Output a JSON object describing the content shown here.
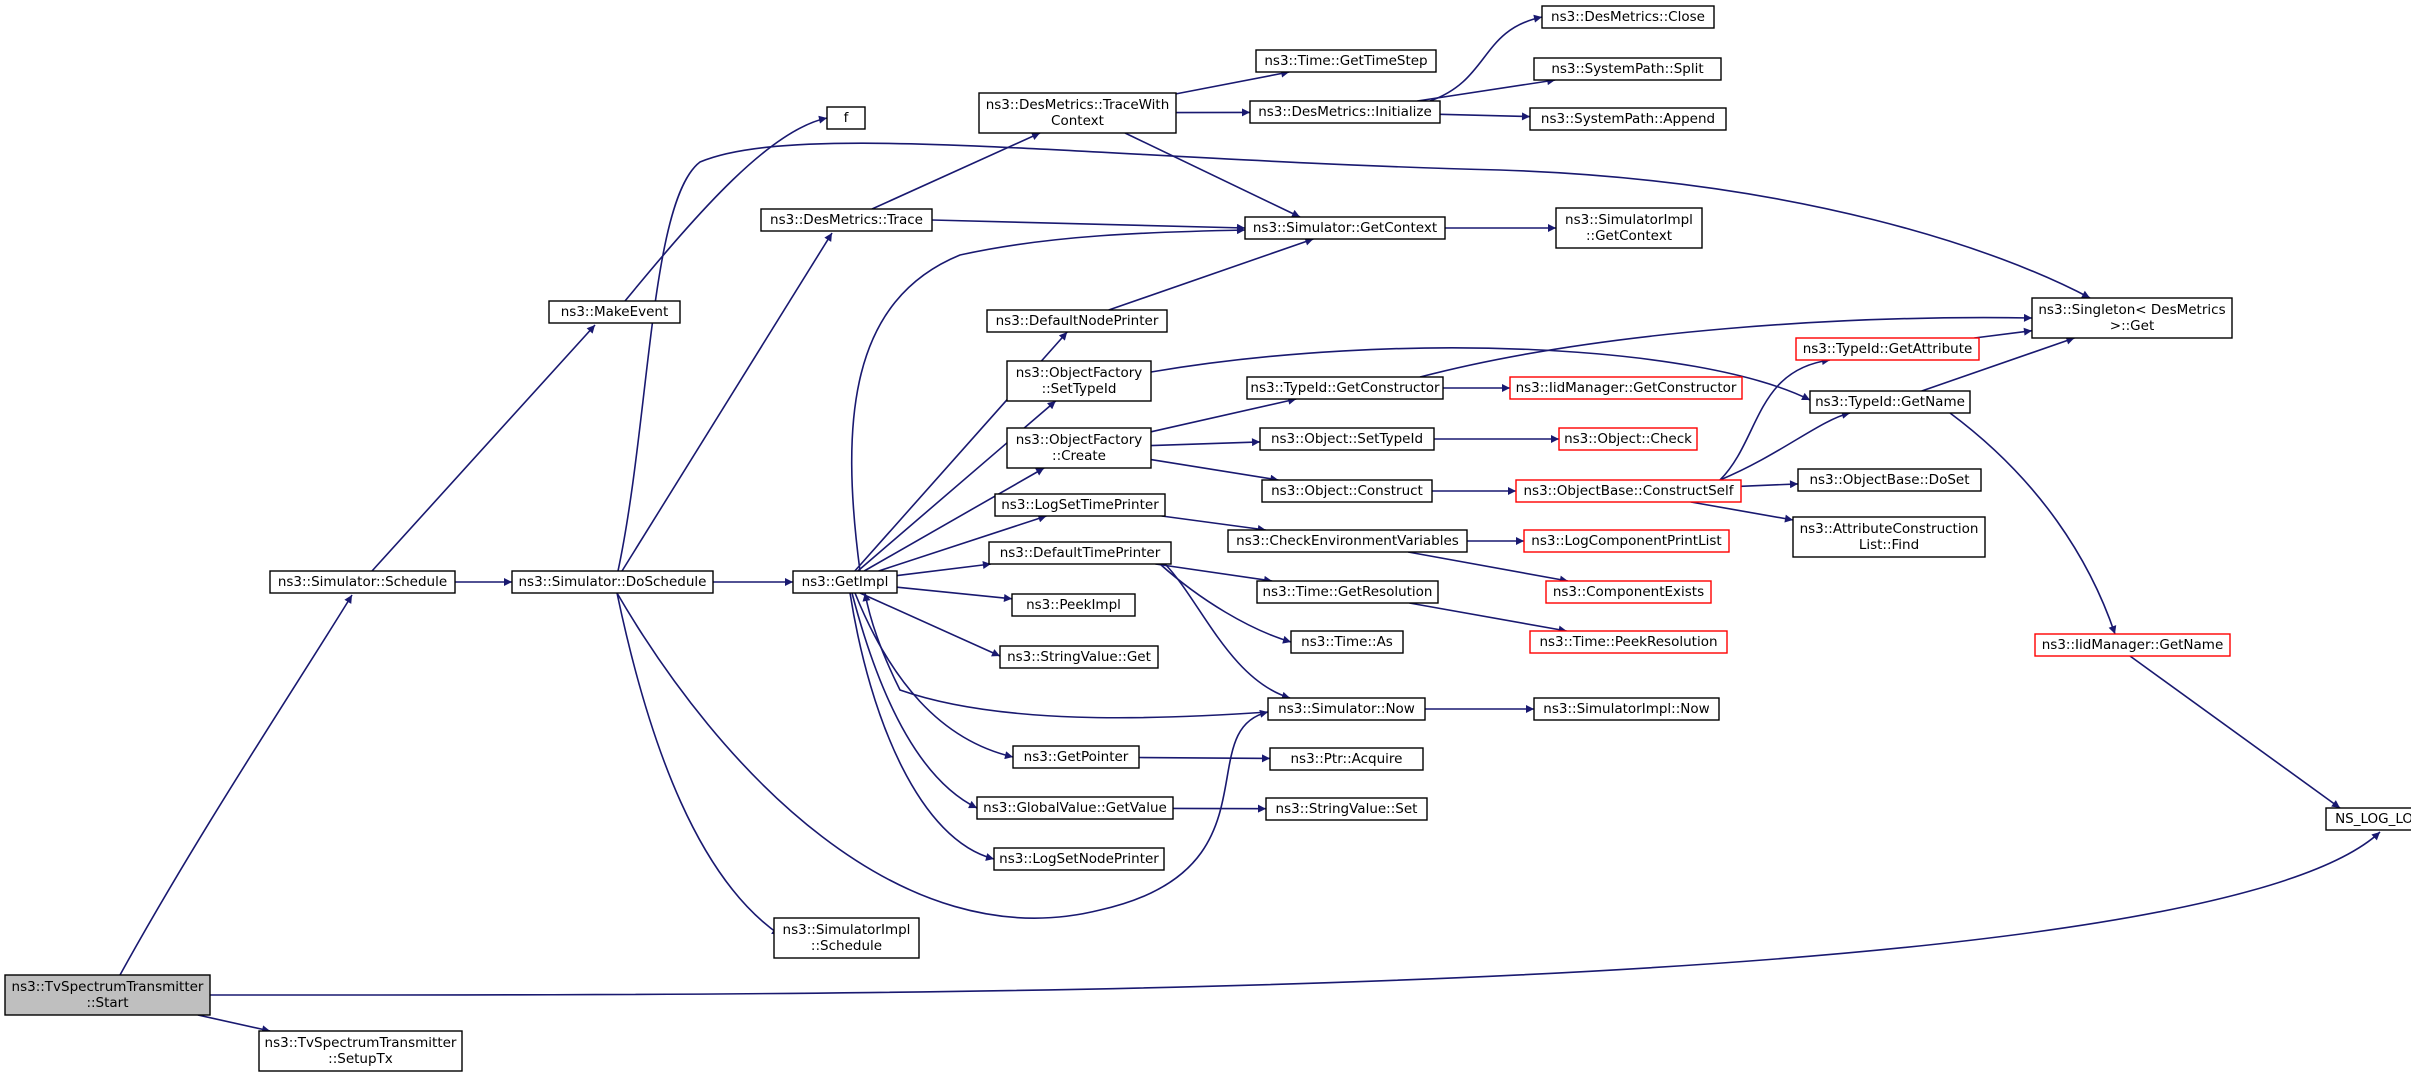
{
  "colors": {
    "edge": "#191970",
    "node_border": "#000000",
    "node_border_truncated": "#ff0000",
    "root_fill": "#bfbfbf",
    "node_fill": "#ffffff"
  },
  "nodes": [
    {
      "id": "start",
      "lines": [
        "ns3::TvSpectrumTransmitter",
        "::Start"
      ],
      "style": "root"
    },
    {
      "id": "setuptx",
      "lines": [
        "ns3::TvSpectrumTransmitter",
        "::SetupTx"
      ],
      "style": "normal"
    },
    {
      "id": "sched",
      "lines": [
        "ns3::Simulator::Schedule"
      ],
      "style": "normal"
    },
    {
      "id": "makeevent",
      "lines": [
        "ns3::MakeEvent"
      ],
      "style": "normal"
    },
    {
      "id": "f",
      "lines": [
        "f"
      ],
      "style": "normal"
    },
    {
      "id": "dosched",
      "lines": [
        "ns3::Simulator::DoSchedule"
      ],
      "style": "normal"
    },
    {
      "id": "dmtrace",
      "lines": [
        "ns3::DesMetrics::Trace"
      ],
      "style": "normal"
    },
    {
      "id": "twc",
      "lines": [
        "ns3::DesMetrics::TraceWith",
        "Context"
      ],
      "style": "normal"
    },
    {
      "id": "gettimestep",
      "lines": [
        "ns3::Time::GetTimeStep"
      ],
      "style": "normal"
    },
    {
      "id": "dminit",
      "lines": [
        "ns3::DesMetrics::Initialize"
      ],
      "style": "normal"
    },
    {
      "id": "dmclose",
      "lines": [
        "ns3::DesMetrics::Close"
      ],
      "style": "normal"
    },
    {
      "id": "split",
      "lines": [
        "ns3::SystemPath::Split"
      ],
      "style": "normal"
    },
    {
      "id": "append",
      "lines": [
        "ns3::SystemPath::Append"
      ],
      "style": "normal"
    },
    {
      "id": "getctx",
      "lines": [
        "ns3::Simulator::GetContext"
      ],
      "style": "normal"
    },
    {
      "id": "simimplctx",
      "lines": [
        "ns3::SimulatorImpl",
        "::GetContext"
      ],
      "style": "normal"
    },
    {
      "id": "singleton",
      "lines": [
        "ns3::Singleton< DesMetrics",
        ">::Get"
      ],
      "style": "normal"
    },
    {
      "id": "getimpl",
      "lines": [
        "ns3::GetImpl"
      ],
      "style": "normal"
    },
    {
      "id": "defnodeprinter",
      "lines": [
        "ns3::DefaultNodePrinter"
      ],
      "style": "normal"
    },
    {
      "id": "ofsettypeid",
      "lines": [
        "ns3::ObjectFactory",
        "::SetTypeId"
      ],
      "style": "normal"
    },
    {
      "id": "ofcreate",
      "lines": [
        "ns3::ObjectFactory",
        "::Create"
      ],
      "style": "normal"
    },
    {
      "id": "logsettimeprinter",
      "lines": [
        "ns3::LogSetTimePrinter"
      ],
      "style": "normal"
    },
    {
      "id": "deftimeprinter",
      "lines": [
        "ns3::DefaultTimePrinter"
      ],
      "style": "normal"
    },
    {
      "id": "peekimpl",
      "lines": [
        "ns3::PeekImpl"
      ],
      "style": "normal"
    },
    {
      "id": "strvalget",
      "lines": [
        "ns3::StringValue::Get"
      ],
      "style": "normal"
    },
    {
      "id": "getpointer",
      "lines": [
        "ns3::GetPointer"
      ],
      "style": "normal"
    },
    {
      "id": "gvgetvalue",
      "lines": [
        "ns3::GlobalValue::GetValue"
      ],
      "style": "normal"
    },
    {
      "id": "logsetnodeprinter",
      "lines": [
        "ns3::LogSetNodePrinter"
      ],
      "style": "normal"
    },
    {
      "id": "simimplsched",
      "lines": [
        "ns3::SimulatorImpl",
        "::Schedule"
      ],
      "style": "normal"
    },
    {
      "id": "tidgetctor",
      "lines": [
        "ns3::TypeId::GetConstructor"
      ],
      "style": "normal"
    },
    {
      "id": "iidgetctor",
      "lines": [
        "ns3::IidManager::GetConstructor"
      ],
      "style": "truncated"
    },
    {
      "id": "objsettypeid",
      "lines": [
        "ns3::Object::SetTypeId"
      ],
      "style": "normal"
    },
    {
      "id": "objcheck",
      "lines": [
        "ns3::Object::Check"
      ],
      "style": "truncated"
    },
    {
      "id": "objconstruct",
      "lines": [
        "ns3::Object::Construct"
      ],
      "style": "normal"
    },
    {
      "id": "obconstructself",
      "lines": [
        "ns3::ObjectBase::ConstructSelf"
      ],
      "style": "truncated"
    },
    {
      "id": "checkenv",
      "lines": [
        "ns3::CheckEnvironmentVariables"
      ],
      "style": "normal"
    },
    {
      "id": "logcompprint",
      "lines": [
        "ns3::LogComponentPrintList"
      ],
      "style": "truncated"
    },
    {
      "id": "compexists",
      "lines": [
        "ns3::ComponentExists"
      ],
      "style": "truncated"
    },
    {
      "id": "timegetres",
      "lines": [
        "ns3::Time::GetResolution"
      ],
      "style": "normal"
    },
    {
      "id": "timepeekres",
      "lines": [
        "ns3::Time::PeekResolution"
      ],
      "style": "truncated"
    },
    {
      "id": "timeas",
      "lines": [
        "ns3::Time::As"
      ],
      "style": "normal"
    },
    {
      "id": "simnow",
      "lines": [
        "ns3::Simulator::Now"
      ],
      "style": "normal"
    },
    {
      "id": "simimplnow",
      "lines": [
        "ns3::SimulatorImpl::Now"
      ],
      "style": "normal"
    },
    {
      "id": "ptracquire",
      "lines": [
        "ns3::Ptr::Acquire"
      ],
      "style": "normal"
    },
    {
      "id": "strvalset",
      "lines": [
        "ns3::StringValue::Set"
      ],
      "style": "normal"
    },
    {
      "id": "tidgetattr",
      "lines": [
        "ns3::TypeId::GetAttribute"
      ],
      "style": "truncated"
    },
    {
      "id": "tidgetname",
      "lines": [
        "ns3::TypeId::GetName"
      ],
      "style": "normal"
    },
    {
      "id": "obdoset",
      "lines": [
        "ns3::ObjectBase::DoSet"
      ],
      "style": "normal"
    },
    {
      "id": "acfind",
      "lines": [
        "ns3::AttributeConstruction",
        "List::Find"
      ],
      "style": "normal"
    },
    {
      "id": "iidgetname",
      "lines": [
        "ns3::IidManager::GetName"
      ],
      "style": "truncated"
    },
    {
      "id": "nslog",
      "lines": [
        "NS_LOG_LOGIC"
      ],
      "style": "normal"
    }
  ],
  "edges": [
    {
      "from": "start",
      "to": "setuptx"
    },
    {
      "from": "start",
      "to": "sched"
    },
    {
      "from": "start",
      "to": "nslog"
    },
    {
      "from": "sched",
      "to": "makeevent"
    },
    {
      "from": "sched",
      "to": "dosched"
    },
    {
      "from": "makeevent",
      "to": "f"
    },
    {
      "from": "dosched",
      "to": "dmtrace"
    },
    {
      "from": "dosched",
      "to": "singleton"
    },
    {
      "from": "dosched",
      "to": "getimpl"
    },
    {
      "from": "dosched",
      "to": "simimplsched"
    },
    {
      "from": "dosched",
      "to": "simnow"
    },
    {
      "from": "dmtrace",
      "to": "twc"
    },
    {
      "from": "dmtrace",
      "to": "getctx"
    },
    {
      "from": "twc",
      "to": "gettimestep"
    },
    {
      "from": "twc",
      "to": "dminit"
    },
    {
      "from": "twc",
      "to": "getctx"
    },
    {
      "from": "dminit",
      "to": "dmclose"
    },
    {
      "from": "dminit",
      "to": "split"
    },
    {
      "from": "dminit",
      "to": "append"
    },
    {
      "from": "getctx",
      "to": "simimplctx"
    },
    {
      "from": "getimpl",
      "to": "getctx"
    },
    {
      "from": "getimpl",
      "to": "defnodeprinter"
    },
    {
      "from": "getimpl",
      "to": "ofsettypeid"
    },
    {
      "from": "getimpl",
      "to": "ofcreate"
    },
    {
      "from": "getimpl",
      "to": "logsettimeprinter"
    },
    {
      "from": "getimpl",
      "to": "deftimeprinter"
    },
    {
      "from": "getimpl",
      "to": "peekimpl"
    },
    {
      "from": "getimpl",
      "to": "strvalget"
    },
    {
      "from": "getimpl",
      "to": "getpointer"
    },
    {
      "from": "getimpl",
      "to": "gvgetvalue"
    },
    {
      "from": "getimpl",
      "to": "logsetnodeprinter"
    },
    {
      "from": "defnodeprinter",
      "to": "getctx"
    },
    {
      "from": "ofsettypeid",
      "to": "tidgetname"
    },
    {
      "from": "ofcreate",
      "to": "tidgetctor"
    },
    {
      "from": "ofcreate",
      "to": "objsettypeid"
    },
    {
      "from": "ofcreate",
      "to": "objconstruct"
    },
    {
      "from": "tidgetctor",
      "to": "iidgetctor"
    },
    {
      "from": "tidgetctor",
      "to": "singleton"
    },
    {
      "from": "objsettypeid",
      "to": "objcheck"
    },
    {
      "from": "objconstruct",
      "to": "obconstructself"
    },
    {
      "from": "obconstructself",
      "to": "tidgetattr"
    },
    {
      "from": "obconstructself",
      "to": "tidgetname"
    },
    {
      "from": "obconstructself",
      "to": "obdoset"
    },
    {
      "from": "obconstructself",
      "to": "acfind"
    },
    {
      "from": "tidgetattr",
      "to": "singleton"
    },
    {
      "from": "tidgetname",
      "to": "singleton"
    },
    {
      "from": "tidgetname",
      "to": "iidgetname"
    },
    {
      "from": "iidgetname",
      "to": "nslog"
    },
    {
      "from": "logsettimeprinter",
      "to": "checkenv"
    },
    {
      "from": "checkenv",
      "to": "logcompprint"
    },
    {
      "from": "checkenv",
      "to": "compexists"
    },
    {
      "from": "deftimeprinter",
      "to": "timegetres"
    },
    {
      "from": "deftimeprinter",
      "to": "timeas"
    },
    {
      "from": "deftimeprinter",
      "to": "simnow"
    },
    {
      "from": "timegetres",
      "to": "timepeekres"
    },
    {
      "from": "simnow",
      "to": "simimplnow"
    },
    {
      "from": "simnow",
      "to": "getimpl"
    },
    {
      "from": "getpointer",
      "to": "ptracquire"
    },
    {
      "from": "gvgetvalue",
      "to": "strvalset"
    }
  ]
}
